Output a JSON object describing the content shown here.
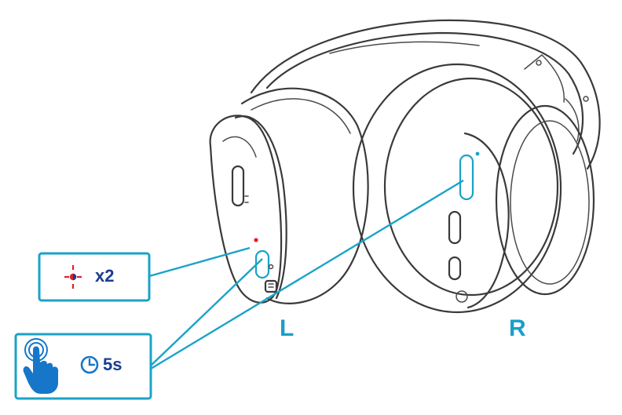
{
  "labels": {
    "left": "L",
    "right": "R"
  },
  "callouts": {
    "double_press": {
      "icon": "double-press-icon",
      "text": "x2"
    },
    "long_press": {
      "icon": "touch-hand-icon",
      "timer_icon": "clock-icon",
      "text": "5s"
    }
  },
  "colors": {
    "accent": "#1aa3c8",
    "press_dot": "#e0202a",
    "hand": "#1677c9",
    "ink": "#3a3a3a"
  }
}
